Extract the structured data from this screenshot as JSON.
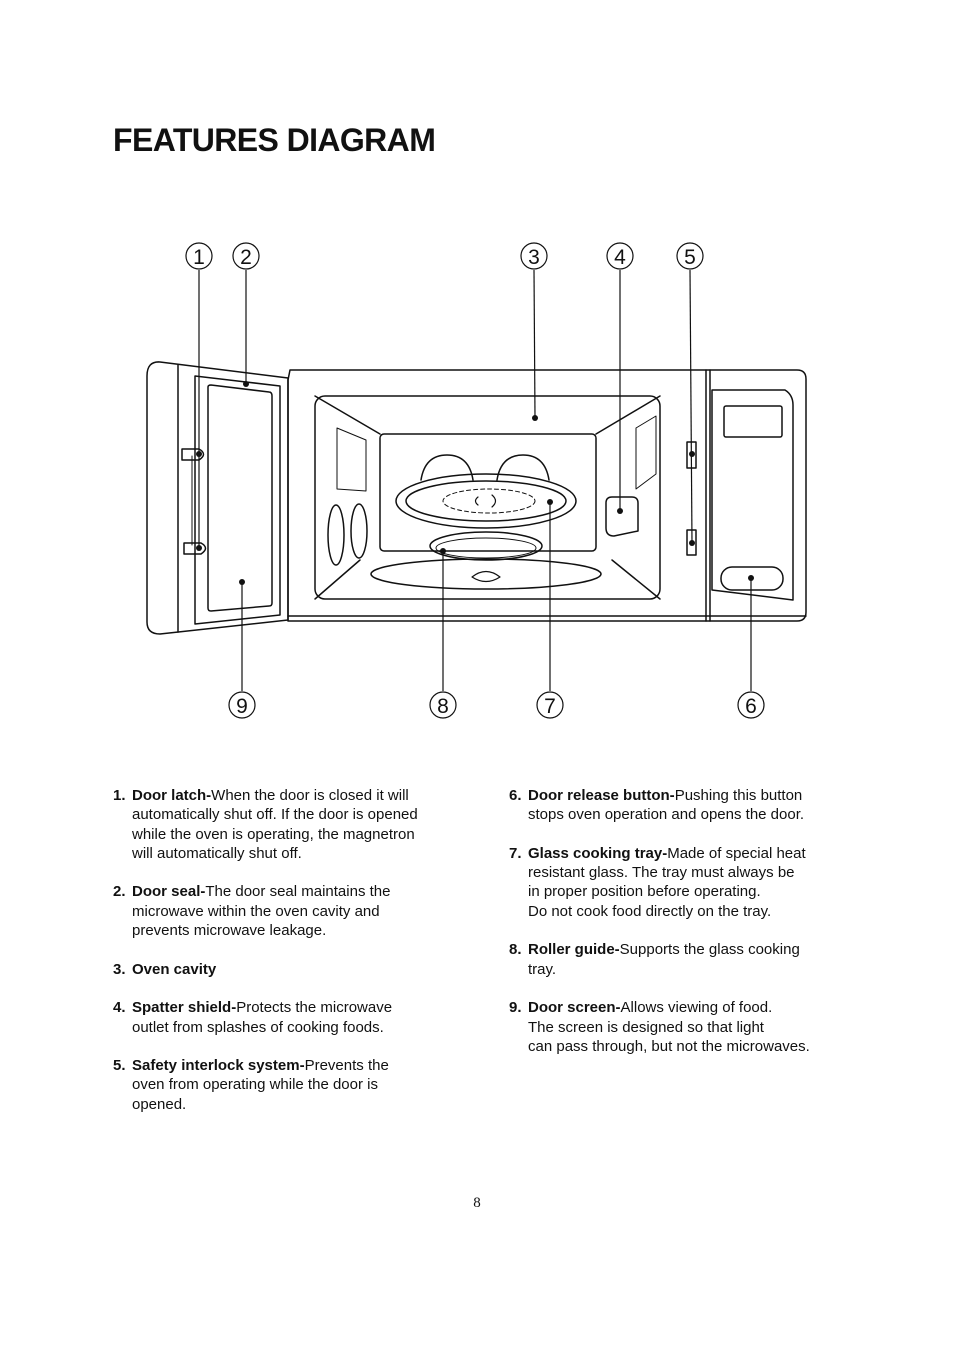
{
  "title": "FEATURES DIAGRAM",
  "callouts": {
    "c1": "1",
    "c2": "2",
    "c3": "3",
    "c4": "4",
    "c5": "5",
    "c6": "6",
    "c7": "7",
    "c8": "8",
    "c9": "9"
  },
  "features": [
    {
      "num": "1.",
      "name": "Door latch-",
      "lines": [
        "When the door is closed it will",
        "automatically shut off. If the door is opened",
        "while the oven is operating, the magnetron",
        "will automatically shut off."
      ]
    },
    {
      "num": "2.",
      "name": "Door seal-",
      "lines": [
        "The door seal maintains the",
        "microwave within the oven cavity and",
        "prevents  microwave leakage."
      ]
    },
    {
      "num": "3.",
      "name": "Oven cavity",
      "lines": [
        ""
      ]
    },
    {
      "num": "4.",
      "name": "Spatter shield-",
      "lines": [
        "Protects the microwave",
        "outlet from splashes of cooking foods."
      ]
    },
    {
      "num": "5.",
      "name": "Safety interlock system-",
      "lines": [
        "Prevents the",
        "oven from operating while the door is",
        "opened."
      ]
    },
    {
      "num": "6.",
      "name": "Door release button-",
      "lines": [
        "Pushing this button",
        "stops oven operation and opens the door."
      ]
    },
    {
      "num": "7.",
      "name": "Glass cooking tray-",
      "lines": [
        "Made of special heat",
        "resistant glass. The tray must always be",
        "in proper position before operating.",
        "Do not cook food directly on the tray."
      ]
    },
    {
      "num": "8.",
      "name": "Roller guide-",
      "lines": [
        "Supports the glass cooking",
        "tray."
      ]
    },
    {
      "num": "9.",
      "name": "Door screen-",
      "lines": [
        "Allows viewing of food.",
        "The screen is designed so that light",
        "can pass through, but not the microwaves."
      ]
    }
  ],
  "page_number": "8"
}
